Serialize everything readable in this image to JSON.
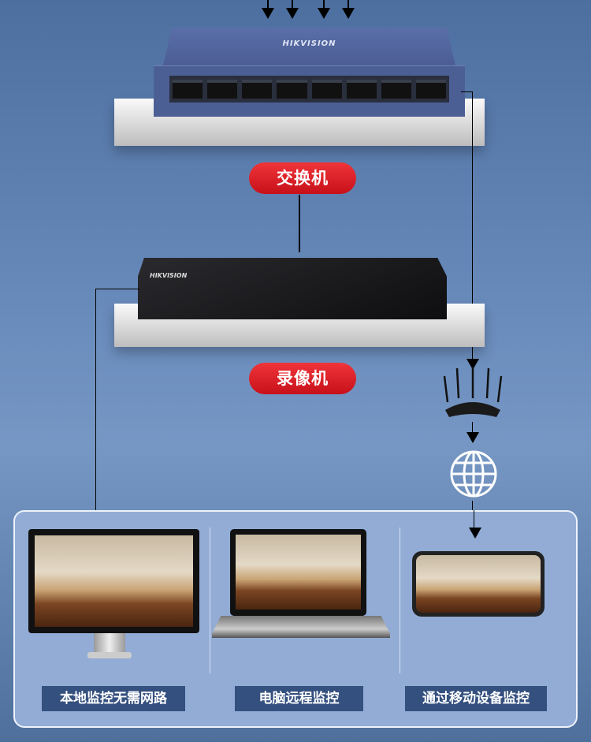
{
  "switch": {
    "brand": "HIKVISION",
    "label": "交换机",
    "port_count": 8
  },
  "nvr": {
    "brand": "HIKVISION",
    "label": "录像机"
  },
  "panel": {
    "items": [
      {
        "label": "本地监控无需网路"
      },
      {
        "label": "电脑远程监控"
      },
      {
        "label": "通过移动设备监控"
      }
    ]
  },
  "colors": {
    "pill": "#e0222a",
    "label_bg": "#34507f",
    "panel_bg": "#92acd6"
  }
}
